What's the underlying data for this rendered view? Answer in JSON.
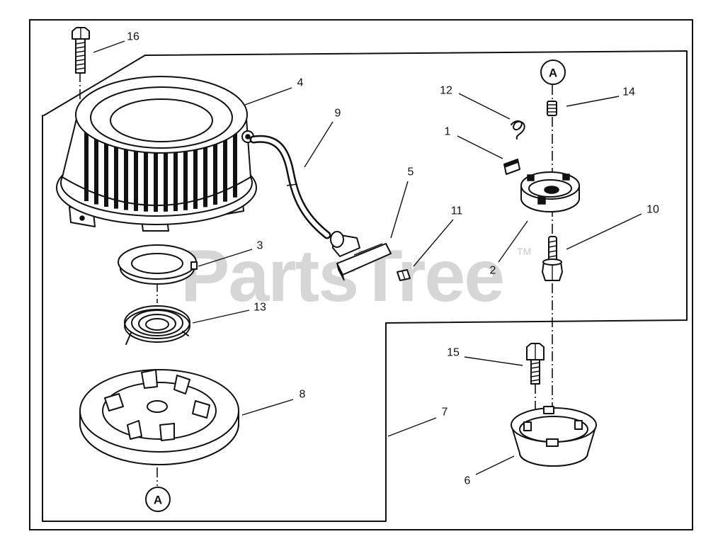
{
  "diagram": {
    "callouts": [
      "1",
      "2",
      "3",
      "4",
      "5",
      "6",
      "7",
      "8",
      "9",
      "10",
      "11",
      "12",
      "13",
      "14",
      "15",
      "16"
    ],
    "reference_markers": {
      "top": "A",
      "bottom": "A"
    },
    "watermark": {
      "text": "PartsTree",
      "trademark": "TM"
    },
    "line_color": "#111111",
    "watermark_color": "#c9c9c9"
  }
}
